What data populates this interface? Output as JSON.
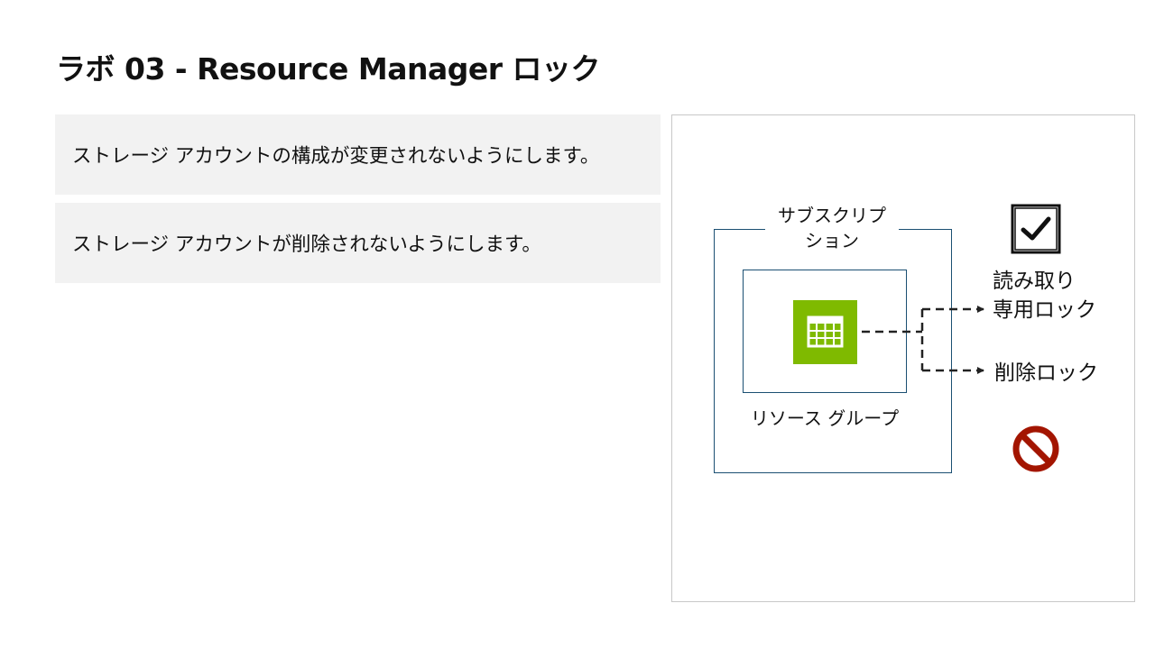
{
  "slide": {
    "title": "ラボ 03 - Resource Manager ロック"
  },
  "objectives": [
    {
      "text": "ストレージ アカウントの構成が変更されないようにします。"
    },
    {
      "text": "ストレージ アカウントが削除されないようにします。"
    }
  ],
  "diagram": {
    "subscription_label_line1": "サブスクリプ",
    "subscription_label_line2": "ション",
    "resource_group_label": "リソース グループ",
    "readonly_lock_line1": "読み取り",
    "readonly_lock_line2": "専用ロック",
    "delete_lock_label": "削除ロック",
    "icons": {
      "resource_group": "resource-group-icon",
      "checkbox": "checkbox-checked-icon",
      "prohibited": "no-entry-icon"
    },
    "colors": {
      "box_border": "#1b4f72",
      "resource_group_fill": "#7fba00",
      "prohibited": "#a31500"
    }
  }
}
